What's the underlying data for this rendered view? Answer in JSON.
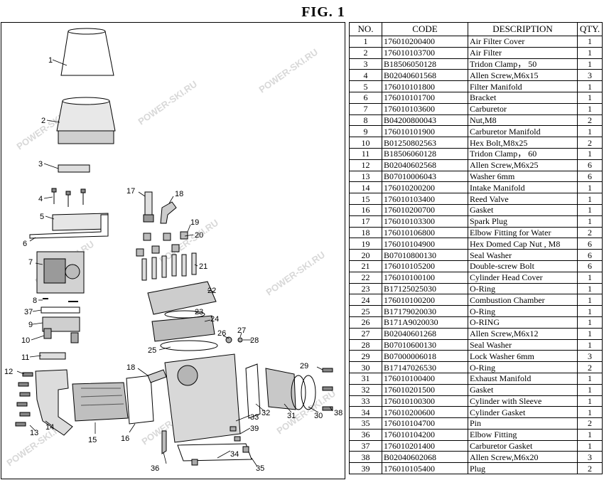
{
  "title": "FIG. 1",
  "watermark": "POWER-SKI.RU",
  "table": {
    "headers": {
      "no": "NO.",
      "code": "CODE",
      "description": "DESCRIPTION",
      "qty": "QTY."
    },
    "rows": [
      {
        "no": "1",
        "code": "176010200400",
        "description": "Air Filter Cover",
        "qty": "1"
      },
      {
        "no": "2",
        "code": "176010103700",
        "description": "Air Filter",
        "qty": "1"
      },
      {
        "no": "3",
        "code": "B18506050128",
        "description": "Tridon Clamp， 50",
        "qty": "1"
      },
      {
        "no": "4",
        "code": "B02040601568",
        "description": "Allen Screw,M6x15",
        "qty": "3"
      },
      {
        "no": "5",
        "code": "176010101800",
        "description": "Filter Manifold",
        "qty": "1"
      },
      {
        "no": "6",
        "code": "176010101700",
        "description": "Bracket",
        "qty": "1"
      },
      {
        "no": "7",
        "code": "176010103600",
        "description": "Carburetor",
        "qty": "1"
      },
      {
        "no": "8",
        "code": "B04200800043",
        "description": "Nut,M8",
        "qty": "2"
      },
      {
        "no": "9",
        "code": "176010101900",
        "description": "Carburetor Manifold",
        "qty": "1"
      },
      {
        "no": "10",
        "code": "B01250802563",
        "description": "Hex Bolt,M8x25",
        "qty": "2"
      },
      {
        "no": "11",
        "code": "B18506060128",
        "description": "Tridon Clamp， 60",
        "qty": "1"
      },
      {
        "no": "12",
        "code": "B02040602568",
        "description": "Allen Screw,M6x25",
        "qty": "6"
      },
      {
        "no": "13",
        "code": "B07010006043",
        "description": " Washer 6mm",
        "qty": "6"
      },
      {
        "no": "14",
        "code": "176010200200",
        "description": "Intake Manifold",
        "qty": "1"
      },
      {
        "no": "15",
        "code": "176010103400",
        "description": "Reed Valve",
        "qty": "1"
      },
      {
        "no": "16",
        "code": "176010200700",
        "description": "Gasket",
        "qty": "1"
      },
      {
        "no": "17",
        "code": "176010103300",
        "description": "Spark Plug",
        "qty": "1"
      },
      {
        "no": "18",
        "code": "176010106800",
        "description": "Elbow Fitting for Water",
        "qty": "2"
      },
      {
        "no": "19",
        "code": "176010104900",
        "description": "Hex Domed Cap Nut , M8",
        "qty": "6"
      },
      {
        "no": "20",
        "code": "B07010800130",
        "description": "Seal Washer",
        "qty": "6"
      },
      {
        "no": "21",
        "code": "176010105200",
        "description": "Double-screw Bolt",
        "qty": "6"
      },
      {
        "no": "22",
        "code": "176010100100",
        "description": "Cylinder Head Cover",
        "qty": "1"
      },
      {
        "no": "23",
        "code": "B17125025030",
        "description": "O-Ring",
        "qty": "1"
      },
      {
        "no": "24",
        "code": "176010100200",
        "description": "Combustion Chamber",
        "qty": "1"
      },
      {
        "no": "25",
        "code": "B17179020030",
        "description": "O-Ring",
        "qty": "1"
      },
      {
        "no": "26",
        "code": "B171A9020030",
        "description": "O-RING",
        "qty": "1"
      },
      {
        "no": "27",
        "code": "B02040601268",
        "description": "Allen Screw,M6x12",
        "qty": "1"
      },
      {
        "no": "28",
        "code": "B07010600130",
        "description": "Seal Washer",
        "qty": "1"
      },
      {
        "no": "29",
        "code": "B07000006018",
        "description": "Lock Washer 6mm",
        "qty": "3"
      },
      {
        "no": "30",
        "code": "B17147026530",
        "description": "O-Ring",
        "qty": "2"
      },
      {
        "no": "31",
        "code": "176010100400",
        "description": "Exhaust Manifold",
        "qty": "1"
      },
      {
        "no": "32",
        "code": "176010201500",
        "description": "Gasket",
        "qty": "1"
      },
      {
        "no": "33",
        "code": "176010100300",
        "description": "Cylinder with Sleeve",
        "qty": "1"
      },
      {
        "no": "34",
        "code": "176010200600",
        "description": "Cylinder Gasket",
        "qty": "1"
      },
      {
        "no": "35",
        "code": "176010104700",
        "description": "Pin",
        "qty": "2"
      },
      {
        "no": "36",
        "code": "176010104200",
        "description": "Elbow Fitting",
        "qty": "1"
      },
      {
        "no": "37",
        "code": "176010201400",
        "description": "Carburetor Gasket",
        "qty": "1"
      },
      {
        "no": "38",
        "code": "B02040602068",
        "description": "Allen Screw,M6x20",
        "qty": "3"
      },
      {
        "no": "39",
        "code": "176010105400",
        "description": "Plug",
        "qty": "2"
      }
    ]
  },
  "callouts": [
    {
      "id": "1",
      "label": "1"
    },
    {
      "id": "2",
      "label": "2"
    },
    {
      "id": "3",
      "label": "3"
    },
    {
      "id": "4",
      "label": "4"
    },
    {
      "id": "5",
      "label": "5"
    },
    {
      "id": "6",
      "label": "6"
    },
    {
      "id": "7",
      "label": "7"
    },
    {
      "id": "8",
      "label": "8"
    },
    {
      "id": "37",
      "label": "37"
    },
    {
      "id": "9",
      "label": "9"
    },
    {
      "id": "10",
      "label": "10"
    },
    {
      "id": "11",
      "label": "11"
    },
    {
      "id": "12",
      "label": "12"
    },
    {
      "id": "13",
      "label": "13"
    },
    {
      "id": "14",
      "label": "14"
    },
    {
      "id": "15",
      "label": "15"
    },
    {
      "id": "16",
      "label": "16"
    },
    {
      "id": "17",
      "label": "17"
    },
    {
      "id": "18a",
      "label": "18"
    },
    {
      "id": "18b",
      "label": "18"
    },
    {
      "id": "19",
      "label": "19"
    },
    {
      "id": "20",
      "label": "20"
    },
    {
      "id": "21",
      "label": "21"
    },
    {
      "id": "22",
      "label": "22"
    },
    {
      "id": "23",
      "label": "23"
    },
    {
      "id": "24",
      "label": "24"
    },
    {
      "id": "25",
      "label": "25"
    },
    {
      "id": "26",
      "label": "26"
    },
    {
      "id": "27",
      "label": "27"
    },
    {
      "id": "28",
      "label": "28"
    },
    {
      "id": "29",
      "label": "29"
    },
    {
      "id": "30",
      "label": "30"
    },
    {
      "id": "31",
      "label": "31"
    },
    {
      "id": "32",
      "label": "32"
    },
    {
      "id": "33",
      "label": "33"
    },
    {
      "id": "34",
      "label": "34"
    },
    {
      "id": "35",
      "label": "35"
    },
    {
      "id": "36",
      "label": "36"
    },
    {
      "id": "38",
      "label": "38"
    },
    {
      "id": "39",
      "label": "39"
    }
  ]
}
